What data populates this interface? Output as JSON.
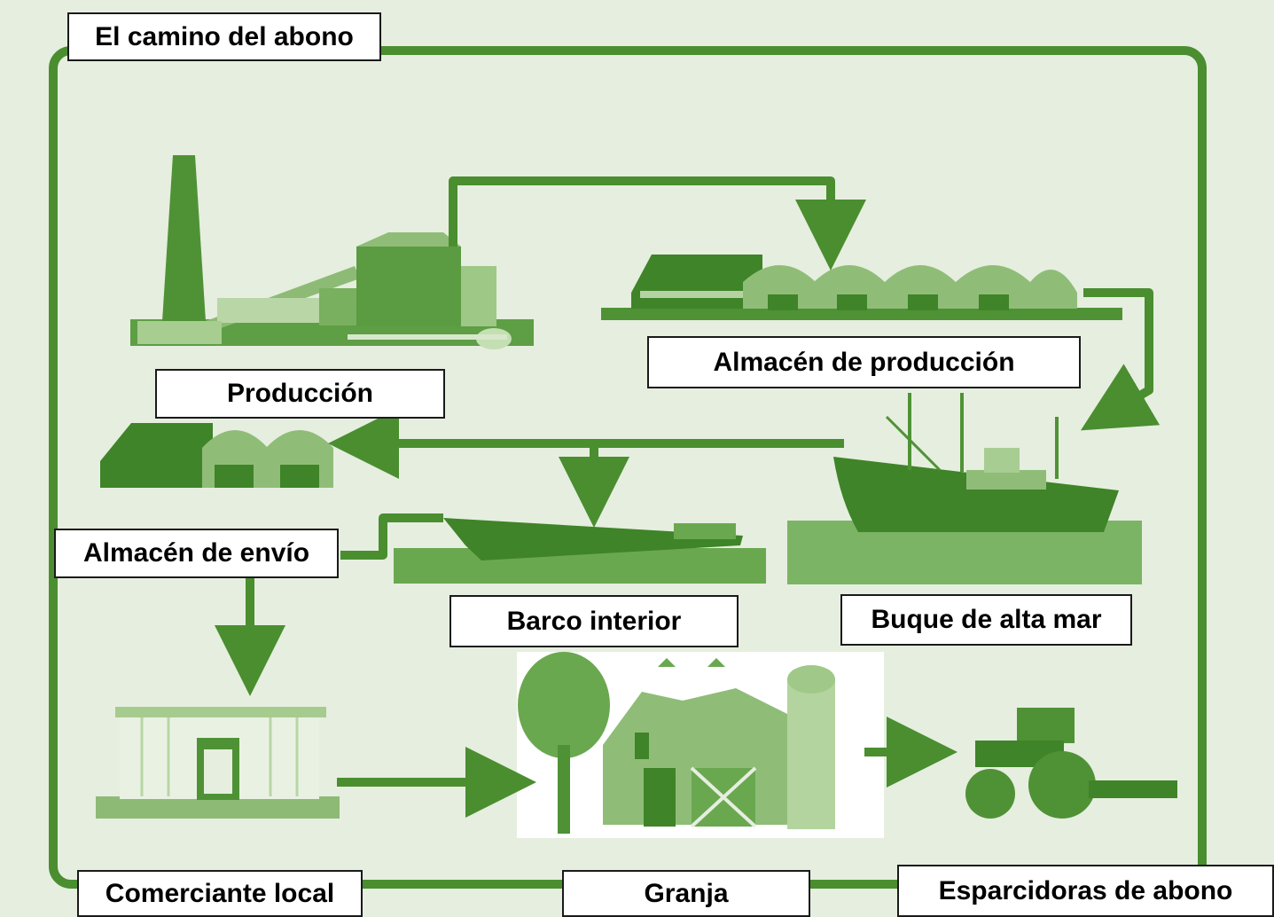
{
  "title": "El camino del abono",
  "stages": {
    "production": "Producción",
    "production_warehouse": "Almacén de producción",
    "ocean_ship": "Buque de alta mar",
    "inland_ship": "Barco interior",
    "shipping_warehouse": "Almacén de envío",
    "local_dealer": "Comerciante local",
    "farm": "Granja",
    "spreaders": "Esparcidoras de abono"
  },
  "colors": {
    "background": "#e6eedf",
    "green_dark": "#4a8e30",
    "green_mid": "#6aa850",
    "green_light": "#a9cc92"
  }
}
